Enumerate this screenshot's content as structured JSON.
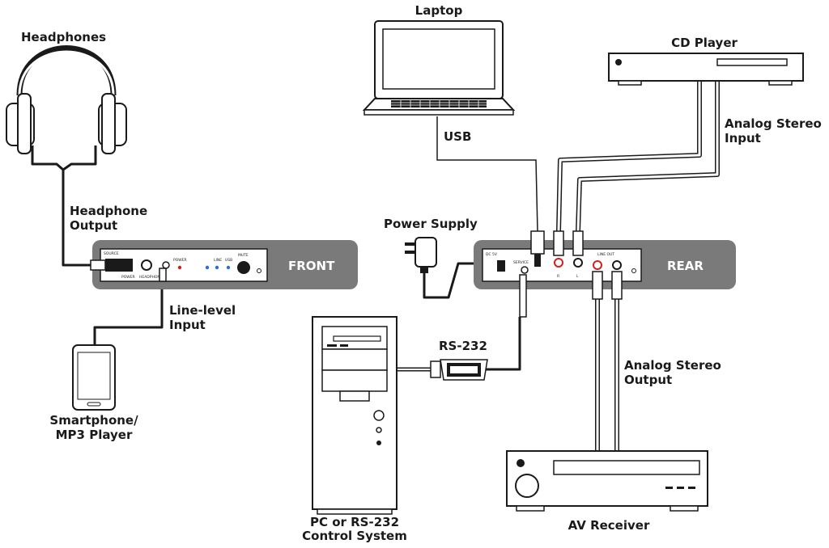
{
  "labels": {
    "headphones": "Headphones",
    "headphone_output": [
      "Headphone",
      "Output"
    ],
    "line_level_input": [
      "Line-level",
      "Input"
    ],
    "smartphone": [
      "Smartphone/",
      "MP3 Player"
    ],
    "laptop": "Laptop",
    "usb": "USB",
    "power_supply": "Power Supply",
    "cd_player": "CD Player",
    "analog_stereo_input": [
      "Analog Stereo",
      "Input"
    ],
    "rs232": "RS-232",
    "pc": [
      "PC or RS-232",
      "Control System"
    ],
    "analog_stereo_output": [
      "Analog Stereo",
      "Output"
    ],
    "av_receiver": "AV Receiver"
  },
  "front_panel": {
    "title": "FRONT",
    "source": "SOURCE",
    "power_small": "POWER",
    "headphone_small": "HEADPHONE",
    "power": "POWER",
    "line": "LINE",
    "usb": "USB",
    "mute": "MUTE"
  },
  "rear_panel": {
    "title": "REAR",
    "dc": "DC 5V",
    "service": "SERVICE",
    "r": "R",
    "l": "L",
    "line_out": "LINE OUT"
  },
  "colors": {
    "panel": "#7a7a7a",
    "led_red": "#d02020",
    "led_blue": "#2a6fd6",
    "line": "#1a1a1a"
  }
}
